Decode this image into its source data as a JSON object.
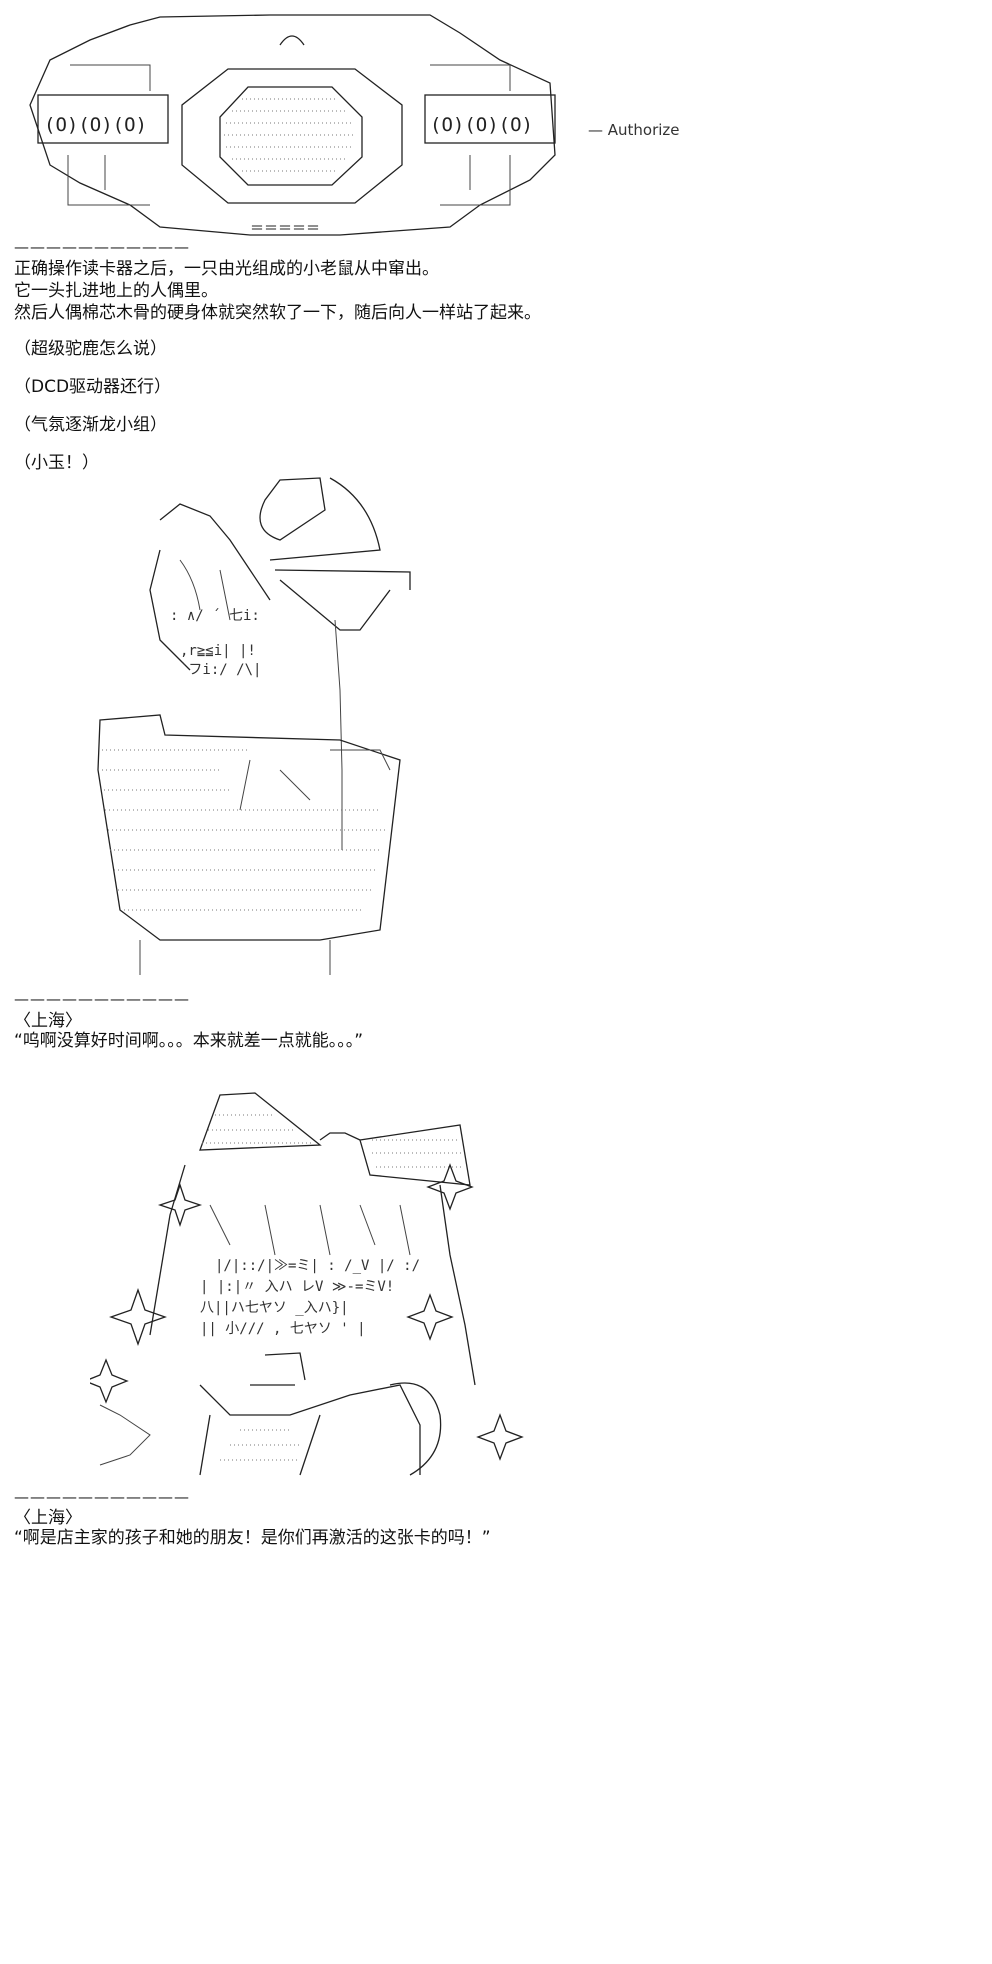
{
  "panel1": {
    "authorize_label": "— Authorize",
    "divider": "———————————",
    "narration": [
      "正确操作读卡器之后，一只由光组成的小老鼠从中窜出。",
      "它一头扎进地上的人偶里。",
      "然后人偶棉芯木骨的硬身体就突然软了一下，随后向人一样站了起来。"
    ],
    "asides": [
      "（超级驼鹿怎么说）",
      "（DCD驱动器还行）",
      "（气氛逐渐龙小组）",
      "（小玉！）"
    ]
  },
  "panel2": {
    "divider": "———————————",
    "speaker": "〈上海〉",
    "line": "“呜啊没算好时间啊。。。本来就差一点就能。。。”"
  },
  "panel3": {
    "divider": "———————————",
    "speaker": "〈上海〉",
    "line": "“啊是店主家的孩子和她的朋友！是你们再激活的这张卡的吗！”"
  }
}
